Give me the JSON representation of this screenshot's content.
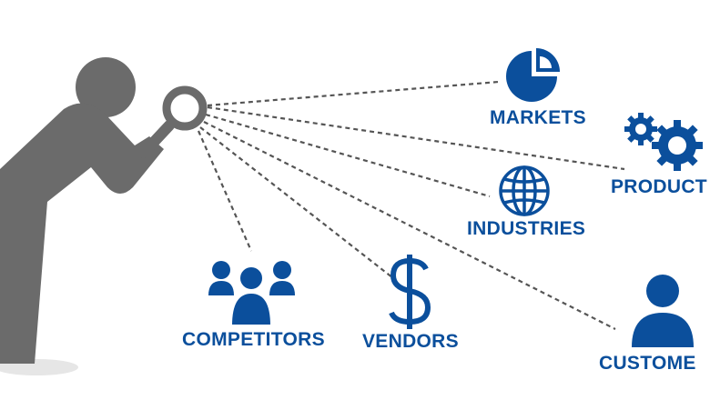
{
  "colors": {
    "accent": "#0b4f9c",
    "figure": "#6b6b6b",
    "shadow": "#e6e6e6",
    "connector": "#555555"
  },
  "figure": {
    "icon": "person-with-magnifying-glass-icon"
  },
  "nodes": [
    {
      "key": "markets",
      "label": "MARKETS",
      "icon": "pie-chart-icon"
    },
    {
      "key": "products",
      "label": "PRODUCT",
      "icon": "gears-icon"
    },
    {
      "key": "industries",
      "label": "INDUSTRIES",
      "icon": "globe-icon"
    },
    {
      "key": "customers",
      "label": "CUSTOME",
      "icon": "user-icon"
    },
    {
      "key": "vendors",
      "label": "VENDORS",
      "icon": "dollar-icon"
    },
    {
      "key": "competitors",
      "label": "COMPETITORS",
      "icon": "group-icon"
    }
  ]
}
